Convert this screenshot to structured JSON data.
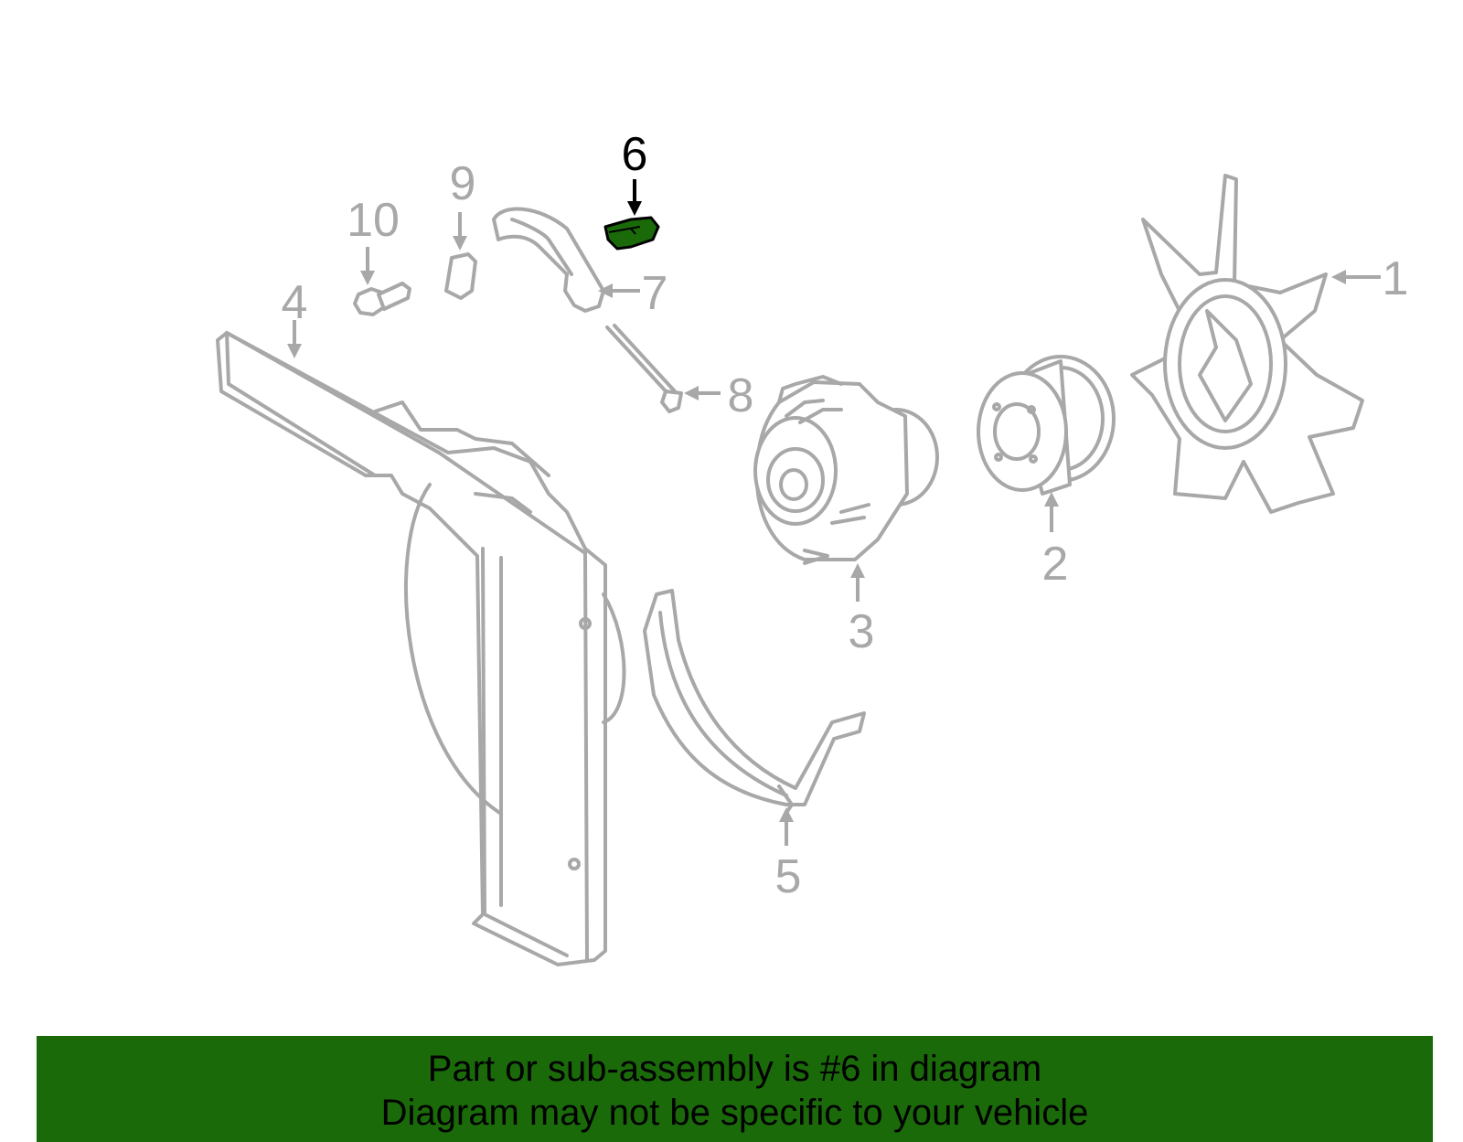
{
  "diagram": {
    "highlight_part": "6",
    "highlight_color": "#1a6a0a",
    "part_line_color": "#a8a8a8",
    "callouts": {
      "c1": "1",
      "c2": "2",
      "c3": "3",
      "c4": "4",
      "c5": "5",
      "c6": "6",
      "c7": "7",
      "c8": "8",
      "c9": "9",
      "c10": "10"
    }
  },
  "banner": {
    "line1": "Part or sub-assembly is #6 in diagram",
    "line2": "Diagram may not be specific to your vehicle",
    "background": "#1a6a0a"
  }
}
